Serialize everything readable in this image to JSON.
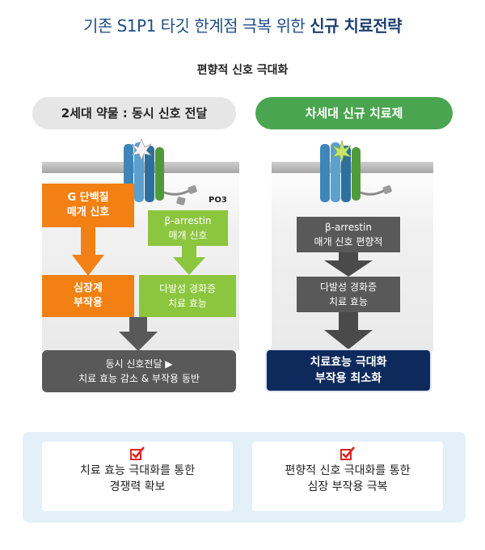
{
  "header": {
    "title_normal": "기존 S1P1 타깃 한계점 극복 위한 ",
    "title_bold": "신규 치료전략",
    "subtitle": "편향적 신호 극대화"
  },
  "left": {
    "pill": "2세대 약물 : 동시 신호 전달",
    "po3_label": "PO3",
    "g_protein_line1": "G 단백질",
    "g_protein_line2": "매개 신호",
    "barrestin_line1": "β-arrestin",
    "barrestin_line2": "매개 신호",
    "cardio_line1": "심장계",
    "cardio_line2": "부작용",
    "ms_line1": "다발성 경화증",
    "ms_line2": "치료 효능",
    "result_line1": "동시 신호전달  ▶",
    "result_line2": "치료 효능 감소 & 부작용 동반"
  },
  "right": {
    "pill": "차세대 신규 치료제",
    "barrestin_line1": "β-arrestin",
    "barrestin_line2": "매개 신호 편향적",
    "ms_line1": "다발성 경화증",
    "ms_line2": "치료 효능",
    "result_line1": "치료효능 극대화",
    "result_line2": "부작용 최소화"
  },
  "cards": [
    {
      "line1": "치료 효능 극대화를 통한",
      "line2": "경쟁력 확보"
    },
    {
      "line1": "편향적 신호 극대화를 통한",
      "line2": "심장 부작용 극복"
    }
  ],
  "colors": {
    "title_blue": "#1f4e86",
    "orange": "#f28012",
    "light_green": "#8cc63e",
    "dark_gray": "#595959",
    "navy": "#0e2a5c",
    "pill_green": "#4aa550",
    "bottom_bg": "#e3f0f8",
    "check_red": "#d9261c"
  },
  "icons": {
    "receptor": "receptor-icon",
    "checkbox": "checkbox-checked-icon",
    "arrow": "down-arrow-icon"
  }
}
